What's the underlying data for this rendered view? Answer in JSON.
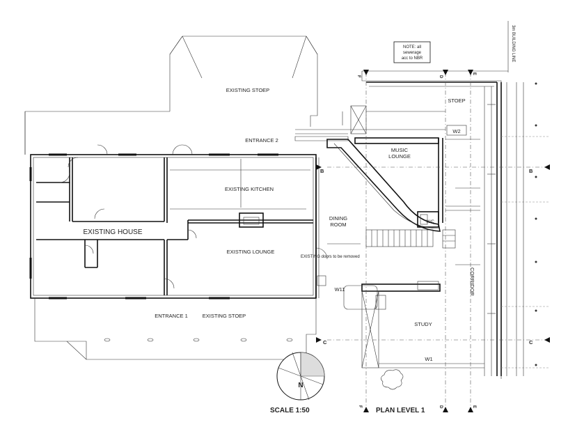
{
  "labels": {
    "building_line": "3m BUILDING LINE",
    "note": [
      "NOTE: all",
      "sewerage",
      "acc to NBR"
    ],
    "existing_stoep_top": "EXISTING STOEP",
    "entrance_2": "ENTRANCE 2",
    "existing_kitchen": "EXISTING KITCHEN",
    "existing_house": "EXISTING HOUSE",
    "existing_lounge": "EXISTING LOUNGE",
    "entrance_1": "ENTRANCE 1",
    "existing_stoep_bottom": "EXISTING STOEP",
    "existing_doors": "EXISTING doors to be removed",
    "dining_room": [
      "DINING",
      "ROOM"
    ],
    "music_lounge": [
      "MUSIC",
      "LOUNGE"
    ],
    "stoep": "STOEP",
    "corridor": "CORRIDOR",
    "study": "STUDY",
    "window_w2": "W2",
    "window_w11": "W11",
    "window_w1": "W1",
    "wc": "W/C",
    "scale": "SCALE 1:50",
    "plan_title": "PLAN   LEVEL 1",
    "north": "N"
  },
  "gridlines": {
    "B_left": "B",
    "B_right": "B",
    "C_left": "C",
    "C_right": "C",
    "F_top": "F",
    "D_top": "D",
    "E_top": "E",
    "F_bottom": "F",
    "D_bottom": "D",
    "E_bottom": "E"
  }
}
